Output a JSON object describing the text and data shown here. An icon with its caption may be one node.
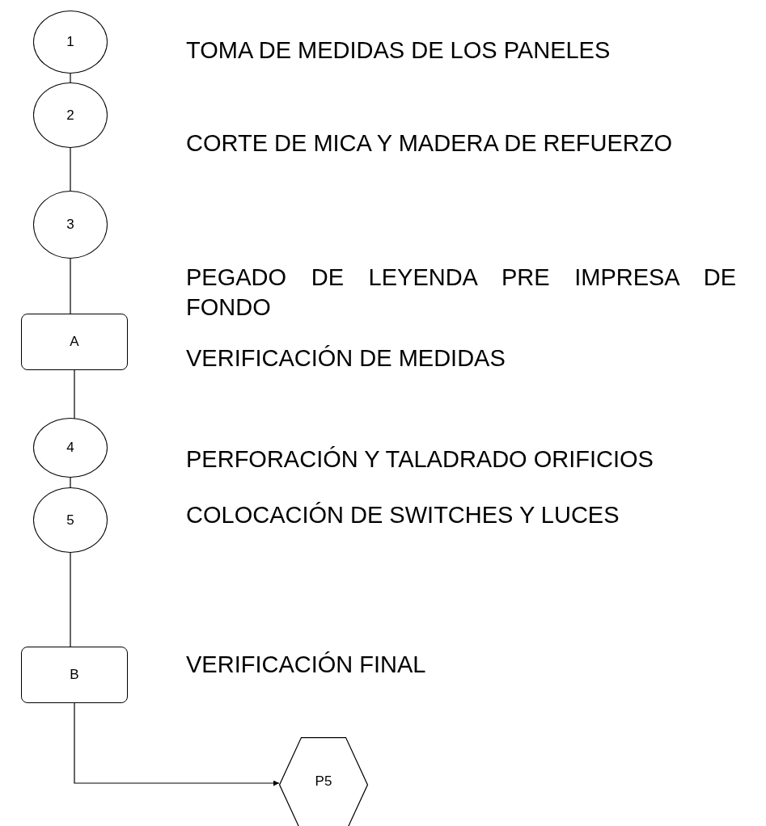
{
  "diagram": {
    "nodes": [
      {
        "text": [
          "1"
        ]
      },
      {
        "text": [
          "2"
        ]
      },
      {
        "text": [
          "3"
        ]
      },
      {
        "text": [
          "A"
        ]
      },
      {
        "text": [
          "4"
        ]
      },
      {
        "text": [
          "5"
        ]
      },
      {
        "text": [
          "B"
        ]
      },
      {
        "text": [
          "P5"
        ]
      }
    ],
    "edges": [
      {
        "from": 0,
        "to": 1,
        "arrow": "none"
      },
      {
        "from": 1,
        "to": 2,
        "arrow": "none"
      },
      {
        "from": 2,
        "to": 3,
        "arrow": "none"
      },
      {
        "from": 3,
        "to": 4,
        "arrow": "none"
      },
      {
        "from": 4,
        "to": 5,
        "arrow": "none"
      },
      {
        "from": 5,
        "to": 6,
        "arrow": "none"
      },
      {
        "from": 6,
        "to": 7,
        "arrow": "to"
      }
    ],
    "labels": [
      "TOMA DE MEDIDAS DE LOS PANELES",
      "CORTE DE MICA Y MADERA DE REFUERZO",
      "PEGADO DE LEYENDA PRE IMPRESA DE FONDO",
      "VERIFICACIÓN DE MEDIDAS",
      "PERFORACIÓN Y TALADRADO ORIFICIOS",
      "COLOCACIÓN DE SWITCHES Y LUCES",
      "VERIFICACIÓN FINAL"
    ]
  }
}
